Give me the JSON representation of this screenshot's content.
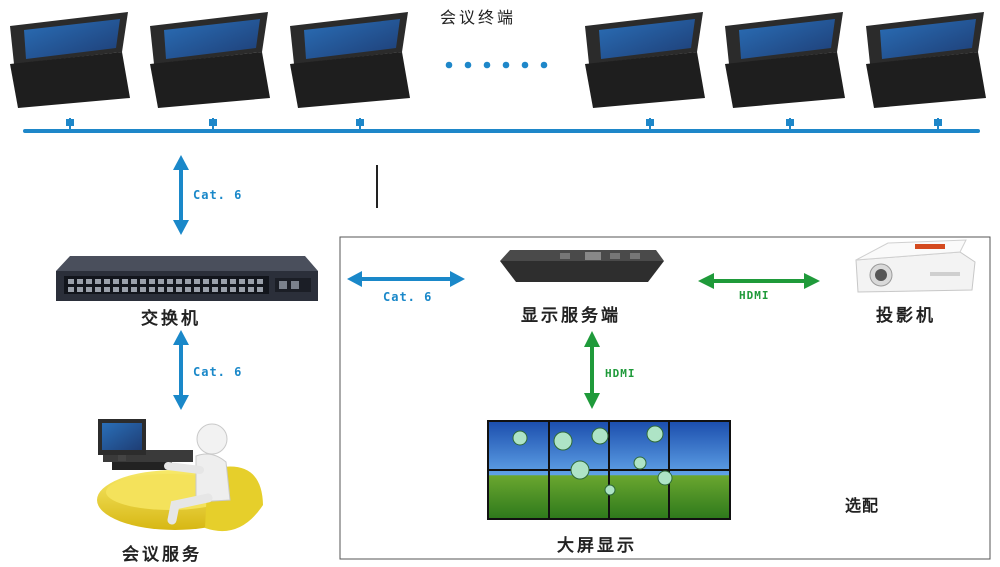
{
  "title": "会议终端",
  "nodes": {
    "switch": "交换机",
    "meeting_server": "会议服务",
    "display_server": "显示服务端",
    "projector": "投影机",
    "big_screen": "大屏显示",
    "optional": "选配"
  },
  "links": {
    "bus_to_switch": "Cat. 6",
    "switch_to_server": "Cat. 6",
    "switch_to_display": "Cat. 6",
    "display_to_projector": "HDMI",
    "display_to_screen": "HDMI"
  },
  "colors": {
    "cat6": "#1a88c9",
    "hdmi": "#1f9a3a",
    "bus": "#1e87c9"
  }
}
